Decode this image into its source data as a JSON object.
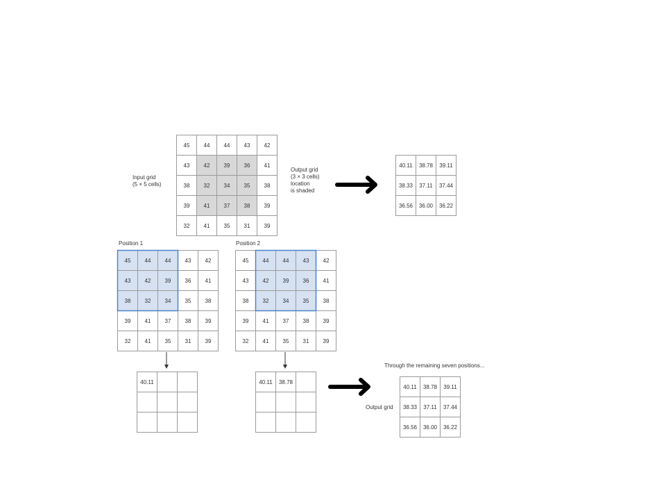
{
  "input_grid": {
    "label": "Input grid\n(5 × 5 cells)",
    "values": [
      [
        "45",
        "44",
        "44",
        "43",
        "42"
      ],
      [
        "43",
        "42",
        "39",
        "36",
        "41"
      ],
      [
        "38",
        "32",
        "34",
        "35",
        "38"
      ],
      [
        "39",
        "41",
        "37",
        "38",
        "39"
      ],
      [
        "32",
        "41",
        "35",
        "31",
        "39"
      ]
    ],
    "shaded_region": "center 3 × 3",
    "shade_color": "#d8d8d8"
  },
  "output_grid_label": "Output grid\n(3 × 3 cells)\nlocation\nis shaded",
  "output_grid_values": [
    [
      "40.11",
      "38.78",
      "39.11"
    ],
    [
      "38.33",
      "37.11",
      "37.44"
    ],
    [
      "36.56",
      "36.00",
      "36.22"
    ]
  ],
  "position_1": {
    "label": "Position 1",
    "highlight": "rows 1-3, columns 1-3",
    "partial_output": [
      [
        "40.11",
        "",
        ""
      ],
      [
        "",
        "",
        ""
      ],
      [
        "",
        "",
        ""
      ]
    ]
  },
  "position_2": {
    "label": "Position 2",
    "highlight": "rows 1-3, columns 2-4",
    "partial_output": [
      [
        "40.11",
        "38.78",
        ""
      ],
      [
        "",
        "",
        ""
      ],
      [
        "",
        "",
        ""
      ]
    ]
  },
  "highlight_color": "#d6e1f1",
  "highlight_border_color": "#4a86c8",
  "remaining_caption": "Through the remaining seven positions...",
  "final_output_label": "Output grid"
}
